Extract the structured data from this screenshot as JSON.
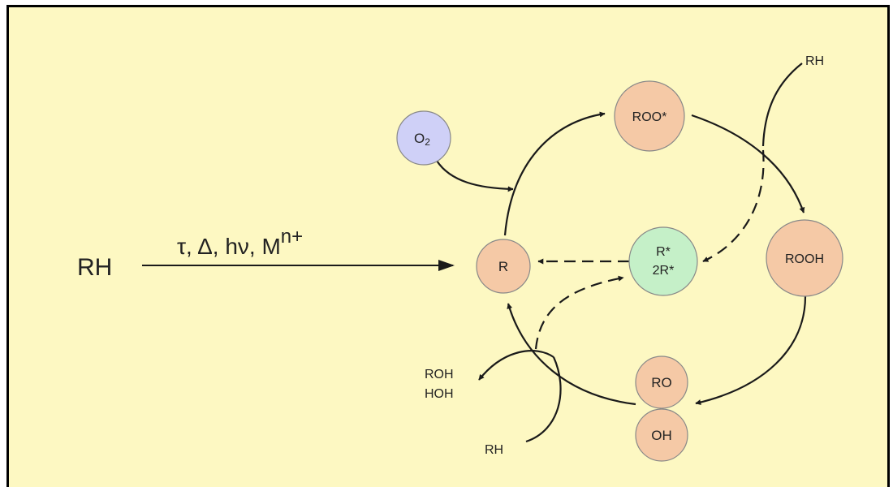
{
  "colors": {
    "background": "#fdf8c2",
    "radical_fill": "#f5c9a6",
    "oxygen_fill": "#cfd0f7",
    "active_fill": "#c5f0c8",
    "line": "#1a1a1a"
  },
  "diagram": {
    "reactant": "RH",
    "conditions": "τ, Δ, hν, M",
    "conditions_sup": "n+",
    "nodes": {
      "r": "R",
      "o2": "O",
      "o2_sub": "2",
      "roo": "ROO*",
      "rooh": "ROOH",
      "ro": "RO",
      "oh": "OH",
      "rstar_line1": "R*",
      "rstar_line2": "2R*"
    },
    "rh_top": "RH",
    "rh_bottom": "RH",
    "products_line1": "ROH",
    "products_line2": "HOH"
  }
}
